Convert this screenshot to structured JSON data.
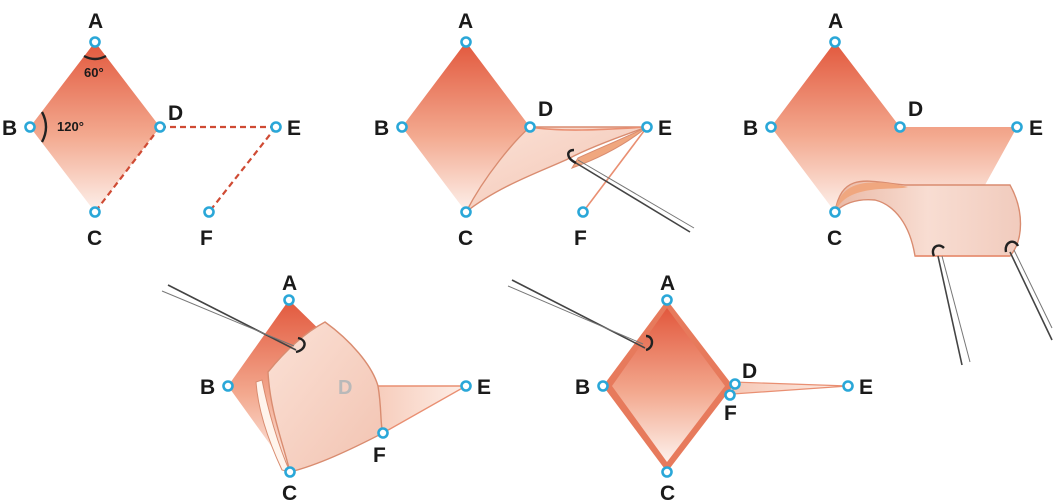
{
  "colors": {
    "flap_dark": "#e2583d",
    "flap_light": "#fbe8df",
    "pin": "#2aa7d8",
    "incision": "#cf4b34"
  },
  "panels": [
    {
      "id": "panel-1",
      "labels": {
        "A": "A",
        "B": "B",
        "C": "C",
        "D": "D",
        "E": "E",
        "F": "F"
      },
      "angles": {
        "top": "60°",
        "side": "120°"
      }
    },
    {
      "id": "panel-2",
      "labels": {
        "A": "A",
        "B": "B",
        "C": "C",
        "D": "D",
        "E": "E",
        "F": "F"
      }
    },
    {
      "id": "panel-3",
      "labels": {
        "A": "A",
        "B": "B",
        "C": "C",
        "D": "D",
        "E": "E"
      }
    },
    {
      "id": "panel-4",
      "labels": {
        "A": "A",
        "B": "B",
        "C": "C",
        "D": "D",
        "E": "E",
        "F": "F"
      }
    },
    {
      "id": "panel-5",
      "labels": {
        "A": "A",
        "B": "B",
        "C": "C",
        "D": "D",
        "E": "E",
        "F": "F"
      }
    }
  ]
}
